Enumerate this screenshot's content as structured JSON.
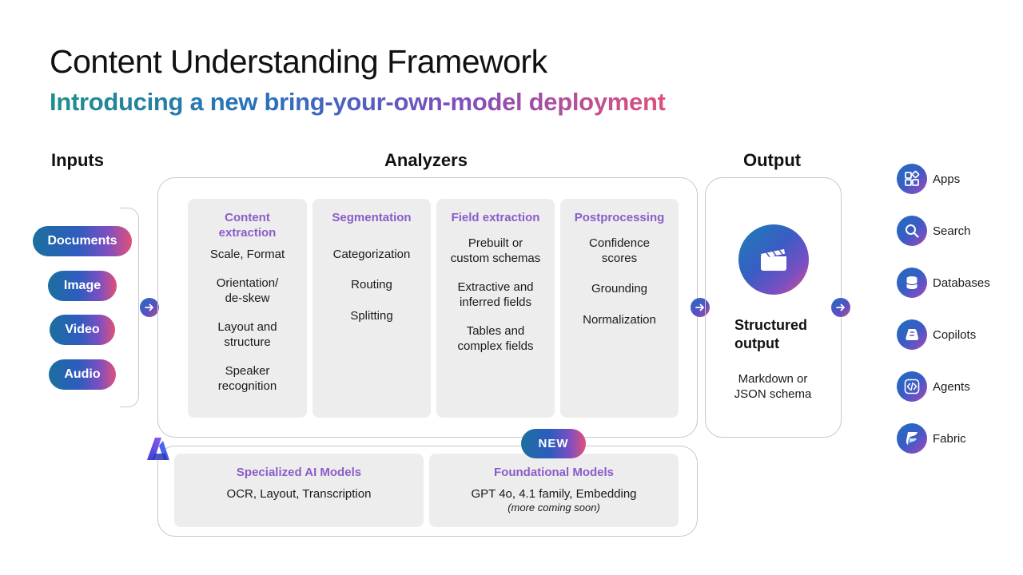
{
  "title": "Content Understanding Framework",
  "subtitle": "Introducing a new bring-your-own-model deployment",
  "sections": {
    "inputs": "Inputs",
    "analyzers": "Analyzers",
    "output": "Output"
  },
  "inputs": [
    "Documents",
    "Image",
    "Video",
    "Audio"
  ],
  "analyzers": [
    {
      "heading": "Content extraction",
      "items": [
        "Scale, Format",
        "Orientation/ de-skew",
        "Layout and structure",
        "Speaker recognition"
      ]
    },
    {
      "heading": "Segmentation",
      "items": [
        "Categorization",
        "Routing",
        "Splitting"
      ]
    },
    {
      "heading": "Field extraction",
      "items": [
        "Prebuilt or custom schemas",
        "Extractive and inferred fields",
        "Tables and complex fields"
      ]
    },
    {
      "heading": "Postprocessing",
      "items": [
        "Confidence scores",
        "Grounding",
        "Normalization"
      ]
    }
  ],
  "output": {
    "title": "Structured output",
    "description": "Markdown or JSON schema",
    "icon": "clapperboard-icon"
  },
  "models": {
    "badge": "NEW",
    "specialized": {
      "heading": "Specialized AI Models",
      "description": "OCR, Layout, Transcription"
    },
    "foundational": {
      "heading": "Foundational Models",
      "description": "GPT 4o, 4.1 family, Embedding",
      "note": "(more coming soon)"
    }
  },
  "destinations": [
    {
      "label": "Apps",
      "icon": "apps-icon"
    },
    {
      "label": "Search",
      "icon": "search-icon"
    },
    {
      "label": "Databases",
      "icon": "database-icon"
    },
    {
      "label": "Copilots",
      "icon": "copilot-icon"
    },
    {
      "label": "Agents",
      "icon": "code-icon"
    },
    {
      "label": "Fabric",
      "icon": "fabric-icon"
    }
  ],
  "colors": {
    "accent_purple": "#8b5cc8",
    "gradient_start": "#1b6f9e",
    "gradient_end": "#e0507a",
    "panel_gray": "#ededed"
  }
}
